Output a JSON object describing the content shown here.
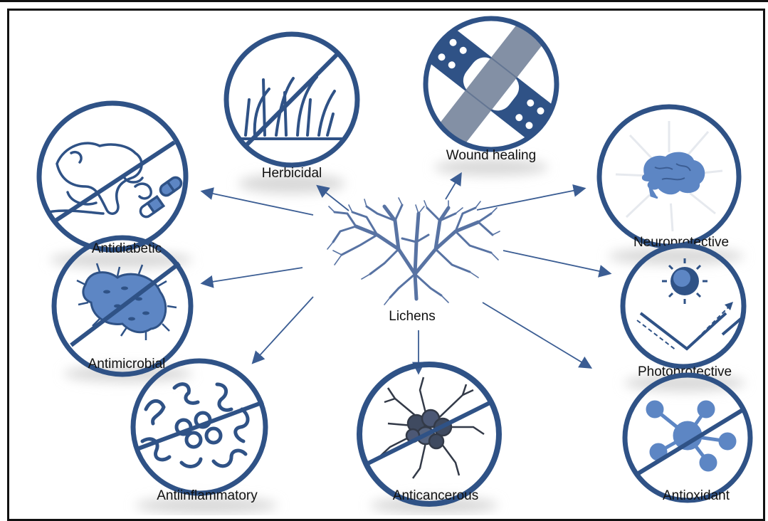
{
  "center": {
    "label": "Lichens"
  },
  "activities": [
    {
      "id": "herbicidal",
      "label": "Herbicidal"
    },
    {
      "id": "wound-healing",
      "label": "Wound healing"
    },
    {
      "id": "neuroprotective",
      "label": "Neuroprotective"
    },
    {
      "id": "photoprotective",
      "label": "Photoprotective"
    },
    {
      "id": "antioxidant",
      "label": "Antioxidant"
    },
    {
      "id": "anticancerous",
      "label": "Anticancerous"
    },
    {
      "id": "antiinflammatory",
      "label": "Antiinflammatory"
    },
    {
      "id": "antimicrobial",
      "label": "Antimicrobial"
    },
    {
      "id": "antidiabetic",
      "label": "Antidiabetic"
    }
  ],
  "colors": {
    "ring": "#2f5286",
    "fill": "#5d86c4",
    "arrow": "#3b5d93",
    "shadow": "#d9d9d9",
    "text": "#111111"
  }
}
